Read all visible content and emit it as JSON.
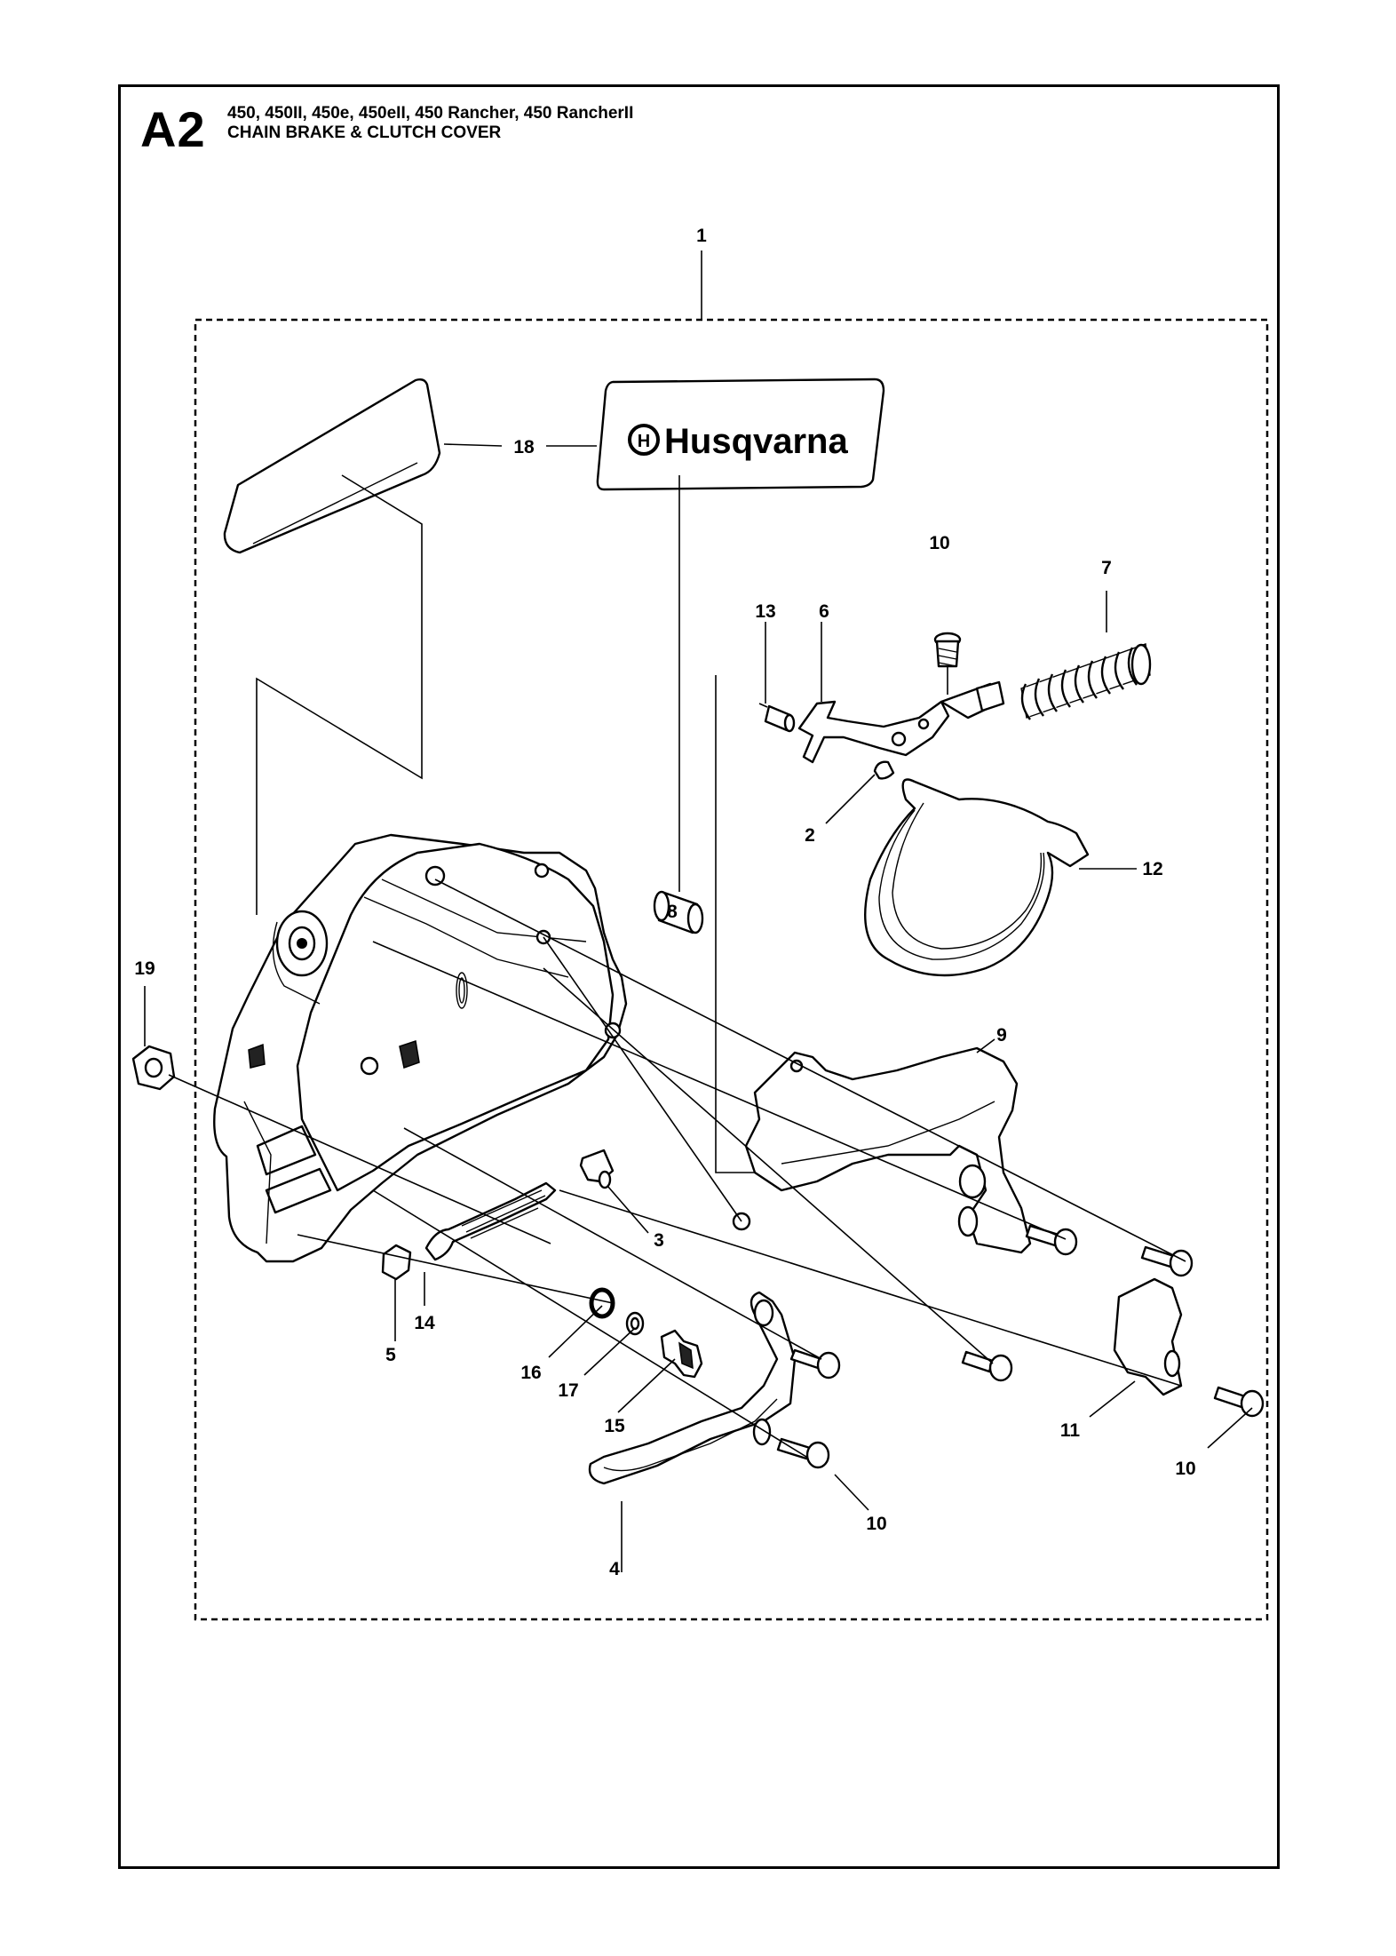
{
  "header": {
    "sheet_code": "A2",
    "models": "450, 450II, 450e, 450eII, 450 Rancher, 450 RancherII",
    "title": "CHAIN BRAKE & CLUTCH COVER"
  },
  "decal": {
    "brand": "Husqvarna"
  },
  "callouts": {
    "c1": "1",
    "c2": "2",
    "c3": "3",
    "c4": "4",
    "c5": "5",
    "c6": "6",
    "c7": "7",
    "c8": "8",
    "c9": "9",
    "c10a": "10",
    "c10b": "10",
    "c10c": "10",
    "c11": "11",
    "c12": "12",
    "c13": "13",
    "c14": "14",
    "c15": "15",
    "c16": "16",
    "c17": "17",
    "c18": "18",
    "c19": "19"
  }
}
